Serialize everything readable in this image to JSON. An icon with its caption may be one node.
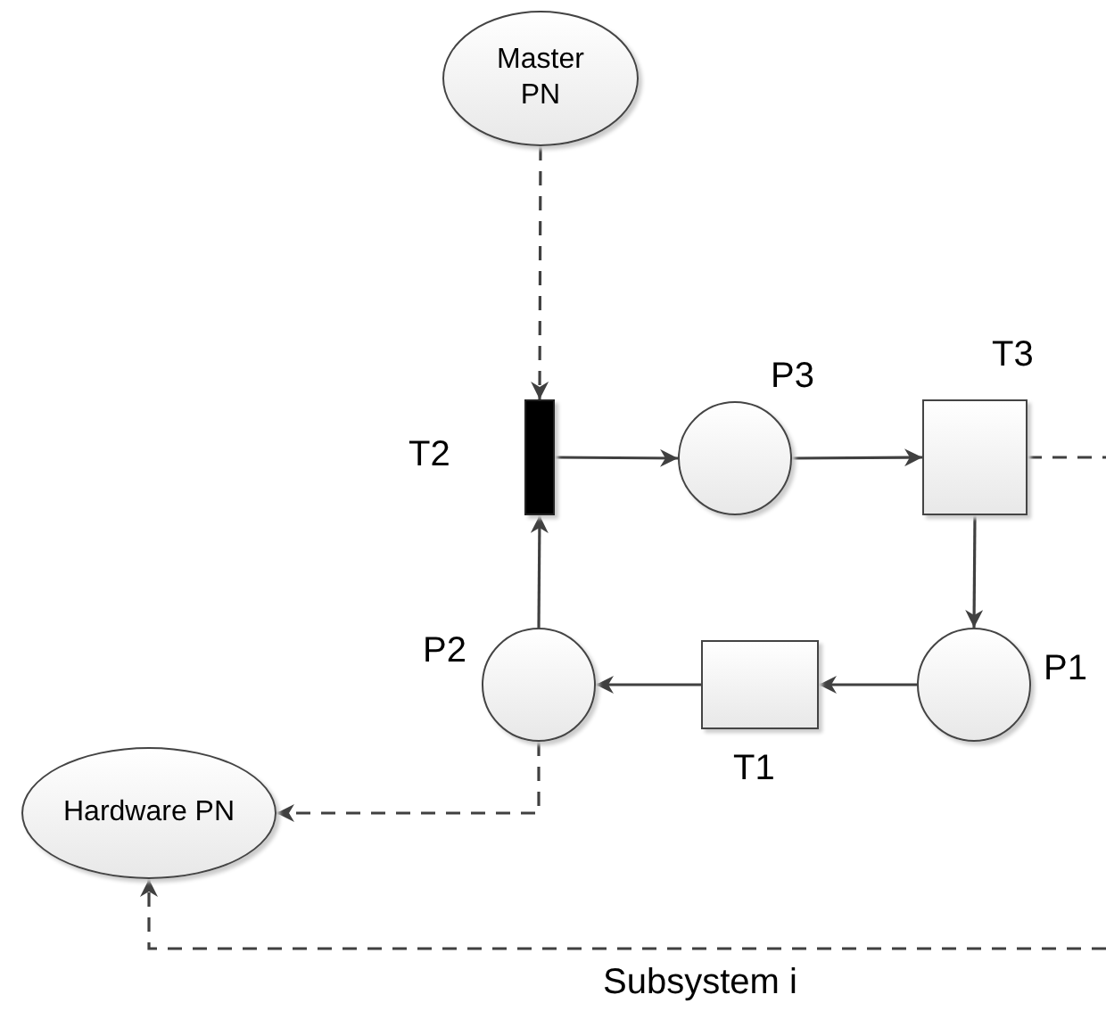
{
  "diagram": {
    "nodes": [
      {
        "text": [
          "Master PN"
        ]
      },
      {
        "text": [],
        "shape": "bar",
        "beside": [
          "T2"
        ]
      },
      {
        "text": [],
        "shape": "circle",
        "beside": [
          "P3"
        ]
      },
      {
        "text": [],
        "shape": "box",
        "beside": [
          "T3"
        ]
      },
      {
        "text": [],
        "shape": "circle",
        "beside": [
          "P1"
        ]
      },
      {
        "text": [],
        "shape": "box",
        "beside": [
          "T1"
        ]
      },
      {
        "text": [],
        "shape": "circle",
        "beside": [
          "P2"
        ]
      },
      {
        "text": [
          "Hardware PN"
        ]
      }
    ],
    "edges": [
      {
        "from": 0,
        "to": 1,
        "arrow": "to",
        "style": "dashed"
      },
      {
        "from": 1,
        "to": 2,
        "arrow": "to"
      },
      {
        "from": 2,
        "to": 3,
        "arrow": "to"
      },
      {
        "from": 3,
        "to": 4,
        "arrow": "to"
      },
      {
        "from": 4,
        "to": 5,
        "arrow": "to"
      },
      {
        "from": 5,
        "to": 6,
        "arrow": "to"
      },
      {
        "from": 6,
        "to": 1,
        "arrow": "to"
      },
      {
        "from": 6,
        "to": 7,
        "arrow": "to",
        "style": "dashed"
      },
      {
        "from": 3,
        "to": null,
        "arrow": "none",
        "style": "dashed"
      },
      {
        "from": null,
        "to": 7,
        "arrow": "to",
        "style": "dashed"
      }
    ],
    "labels": [
      "Subsystem i"
    ]
  }
}
